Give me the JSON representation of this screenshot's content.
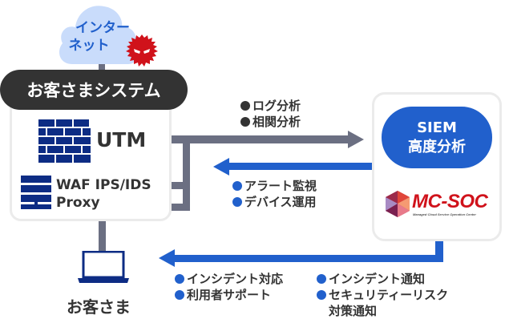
{
  "colors": {
    "gray_connector": "#6b6f82",
    "blue_connector": "#2160cc",
    "dark_pill": "#333333",
    "navy_icon": "#0d2c84",
    "cloud": "#c9dcfb",
    "cloud_text": "#2160cc",
    "virus": "#d0121b",
    "box_border": "#ebebeb"
  },
  "internet": {
    "line1": "インター",
    "line2": "ネット",
    "icon": "virus-icon"
  },
  "customer_system": {
    "title": "お客さまシステム",
    "utm_label": "UTM",
    "waf_label": "WAF IPS/IDS",
    "proxy_label": "Proxy",
    "icons": [
      "firewall-icon",
      "server-icon"
    ]
  },
  "to_siem": {
    "items": [
      "ログ分析",
      "相関分析"
    ]
  },
  "from_siem": {
    "items": [
      "アラート監視",
      "デバイス運用"
    ]
  },
  "siem": {
    "line1": "SIEM",
    "line2": "高度分析",
    "logo_text": "MC-SOC",
    "logo_subtext": "Managed Cloud Service Operation Center"
  },
  "customer": {
    "label": "お客さま",
    "icon": "laptop-icon"
  },
  "to_customer": {
    "left_items": [
      "インシデント対応",
      "利用者サポート"
    ],
    "right_items": [
      "インシデント通知",
      "セキュリティーリスク",
      "対策通知"
    ]
  },
  "bullet_char": "●"
}
